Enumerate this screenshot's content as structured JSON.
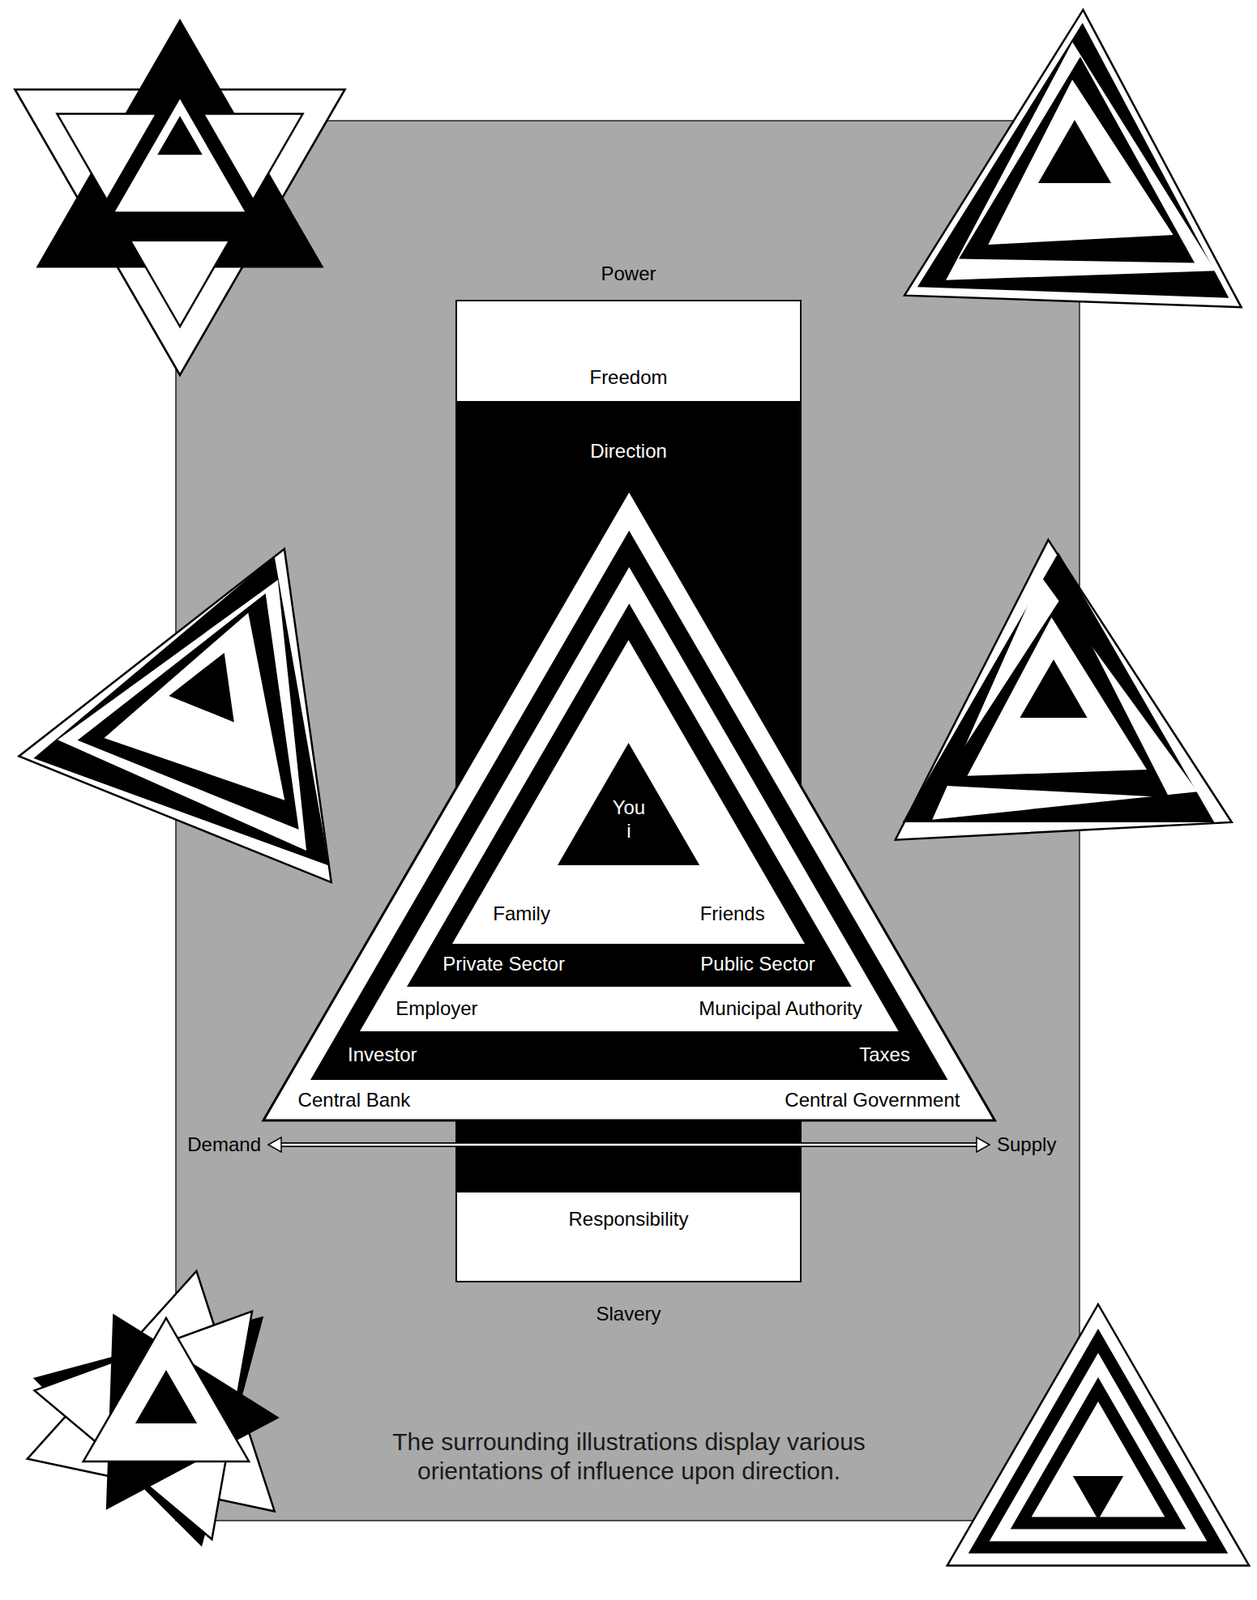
{
  "diagram": {
    "caption": "The surrounding illustrations display various orientations of influence upon direction.",
    "nodes": [
      {
        "text": [
          "Power",
          "Slavery"
        ]
      },
      {
        "text": [
          "Freedom"
        ],
        "in": 0
      },
      {
        "text": [
          "Direction"
        ],
        "in": 0
      },
      {
        "text": [
          "Central Bank",
          "Central Government"
        ],
        "in": 2
      },
      {
        "text": [
          "Investor",
          "Taxes"
        ],
        "in": 3
      },
      {
        "text": [
          "Employer",
          "Municipal Authority"
        ],
        "in": 4
      },
      {
        "text": [
          "Private Sector",
          "Public Sector"
        ],
        "in": 5
      },
      {
        "text": [
          "Family",
          "Friends"
        ],
        "in": 6
      },
      {
        "text": [
          "You i"
        ],
        "in": 7
      },
      {
        "text": [
          "Responsibility"
        ],
        "in": 0
      }
    ],
    "labels": [
      "Demand",
      "Supply"
    ]
  }
}
